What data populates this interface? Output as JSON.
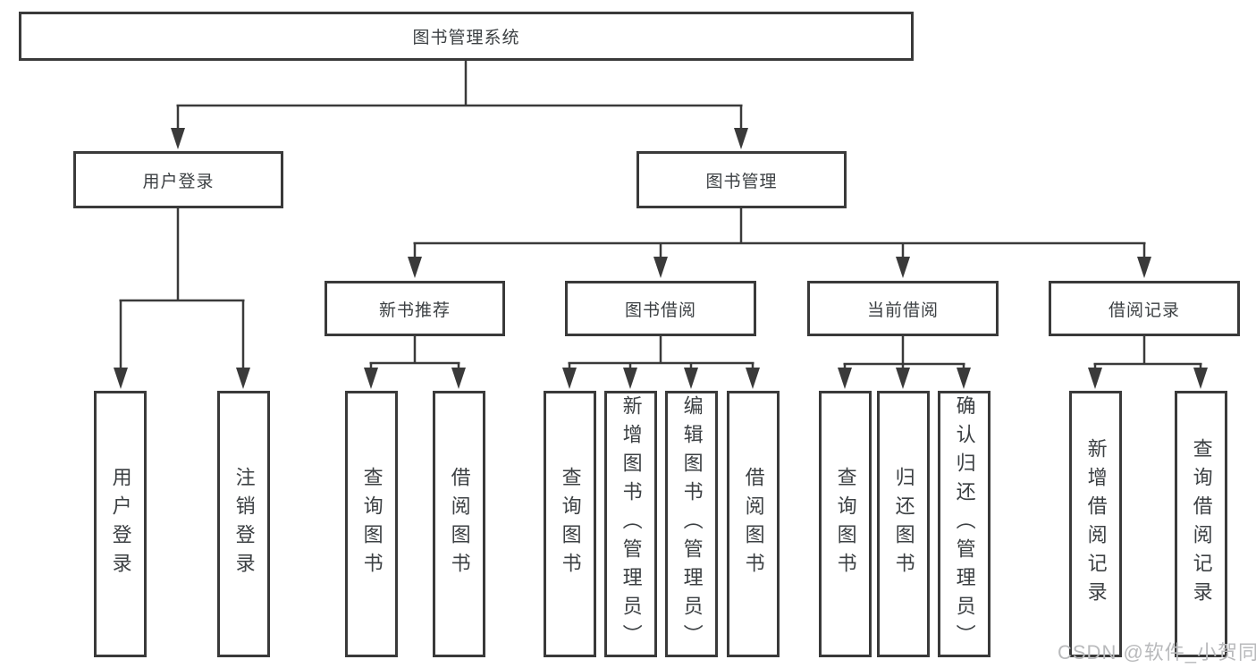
{
  "diagram_title": "图书管理系统",
  "tree": {
    "root": {
      "label": "图书管理系统"
    },
    "level2": {
      "user_login": {
        "label": "用户登录",
        "children": [
          {
            "label": "用户登录"
          },
          {
            "label": "注销登录"
          }
        ]
      },
      "book_management": {
        "label": "图书管理",
        "children": [
          {
            "label": "新书推荐",
            "children": [
              {
                "label": "查询图书"
              },
              {
                "label": "借阅图书"
              }
            ]
          },
          {
            "label": "图书借阅",
            "children": [
              {
                "label": "查询图书"
              },
              {
                "label": "新增图书（管理员）"
              },
              {
                "label": "编辑图书（管理员）"
              },
              {
                "label": "借阅图书"
              }
            ]
          },
          {
            "label": "当前借阅",
            "children": [
              {
                "label": "查询图书"
              },
              {
                "label": "归还图书"
              },
              {
                "label": "确认归还（管理员）"
              }
            ]
          },
          {
            "label": "借阅记录",
            "children": [
              {
                "label": "新增借阅记录"
              },
              {
                "label": "查询借阅记录"
              }
            ]
          }
        ]
      }
    }
  },
  "watermark": {
    "text": "CSDN @软件_小贺同学",
    "color": "#b9babc"
  },
  "colors": {
    "line": "#3a3a3a",
    "box_border": "#3a3a3a",
    "text": "#3c4043",
    "background": "#ffffff"
  }
}
